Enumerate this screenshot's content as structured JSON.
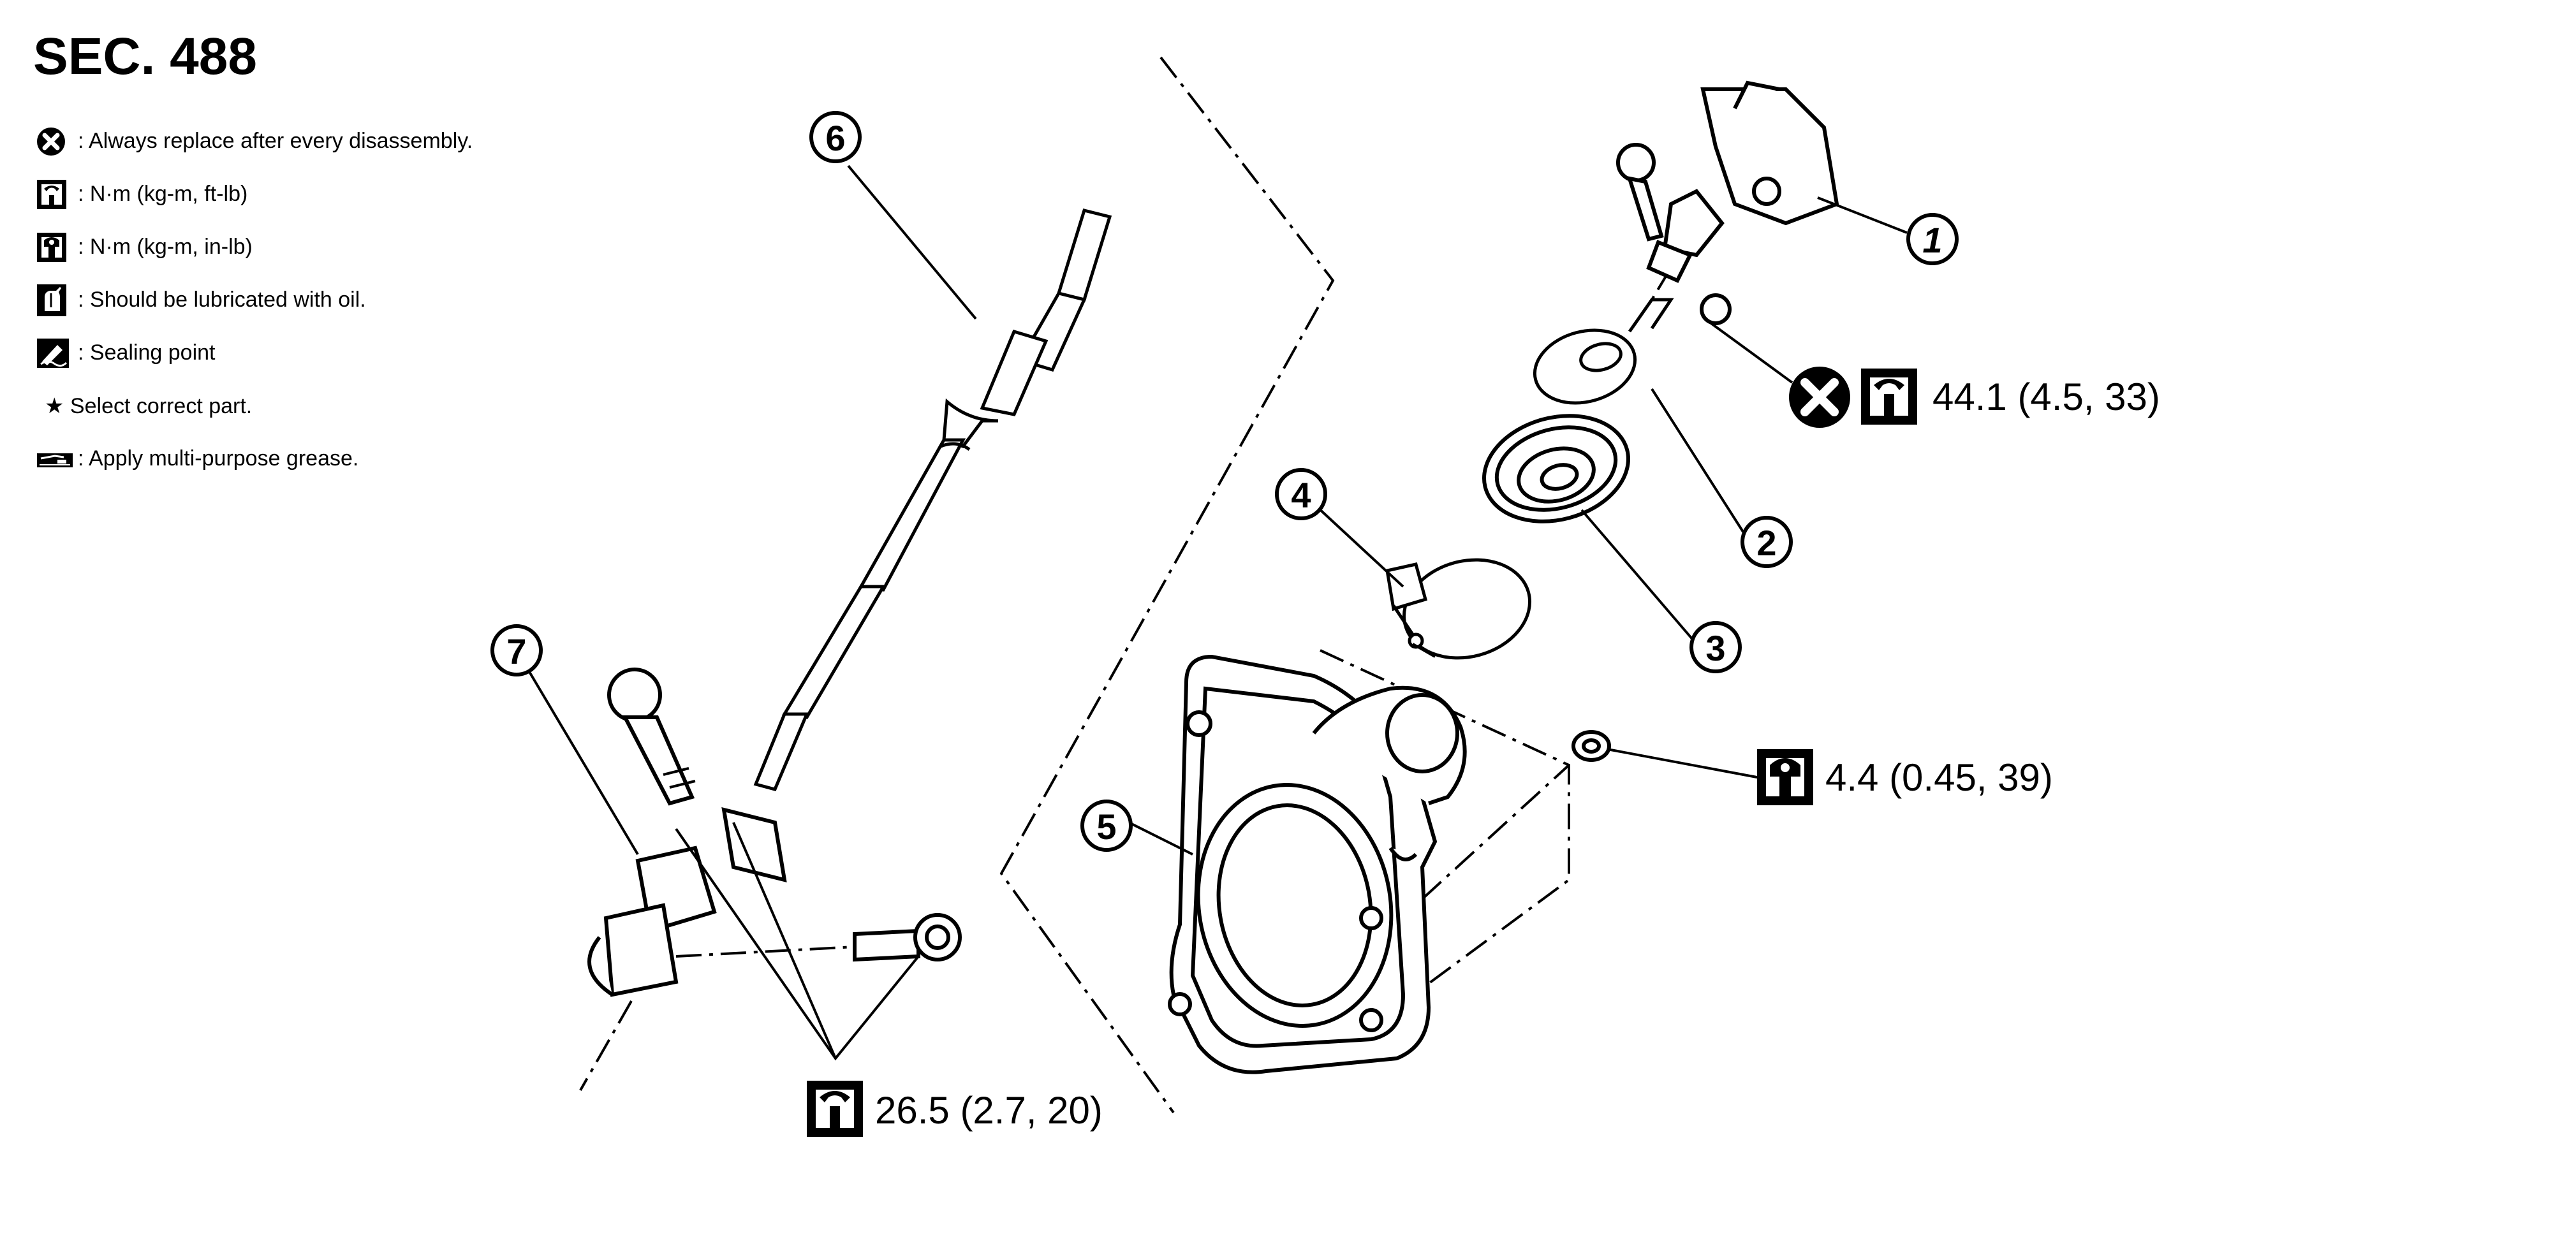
{
  "section_label": "SEC. 488",
  "legend": [
    {
      "icon": "replace-x-icon",
      "text": ": Always replace after every disassembly."
    },
    {
      "icon": "torque-wrench-icon",
      "text": ": N·m (kg-m, ft-lb)"
    },
    {
      "icon": "torque-wrench-filled-icon",
      "text": ": N·m (kg-m, in-lb)"
    },
    {
      "icon": "oil-can-icon",
      "text": ": Should be lubricated with oil."
    },
    {
      "icon": "sealant-icon",
      "text": ": Sealing point"
    },
    {
      "icon": "star-icon",
      "text": "★ Select correct part."
    },
    {
      "icon": "grease-icon",
      "text": ": Apply multi-purpose grease."
    }
  ],
  "callouts": {
    "c1": "1",
    "c2": "2",
    "c3": "3",
    "c4": "4",
    "c5": "5",
    "c6": "6",
    "c7": "7"
  },
  "torques": {
    "t1": "44.1 (4.5, 33)",
    "t2": "4.4 (0.45, 39)",
    "t3": "26.5 (2.7, 20)"
  }
}
